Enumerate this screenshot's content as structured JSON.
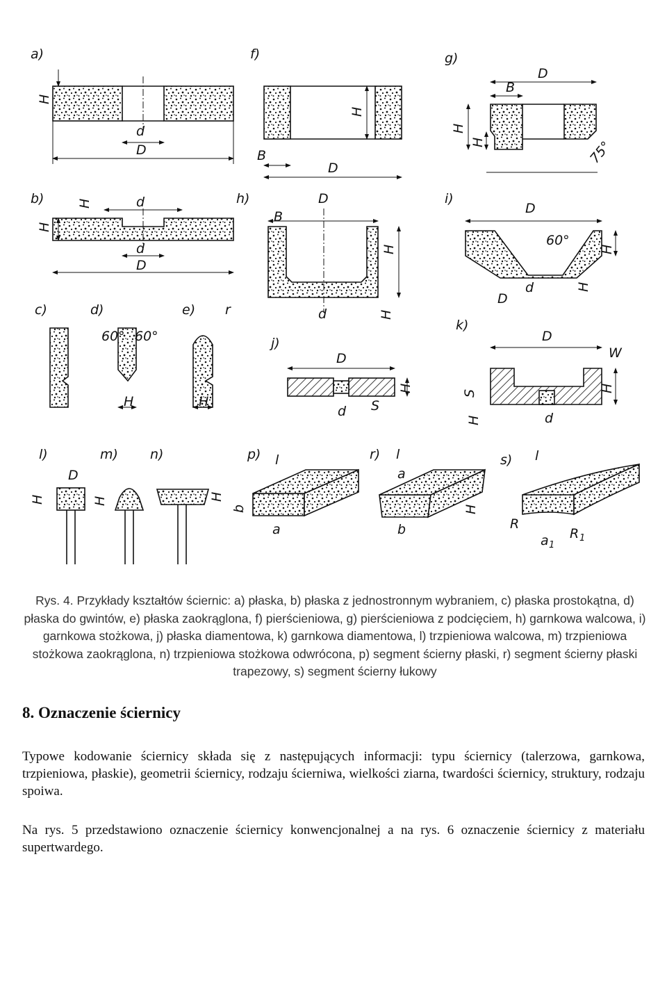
{
  "figure": {
    "panel_labels": [
      "a)",
      "b)",
      "c)",
      "d)",
      "e)",
      "f)",
      "g)",
      "h)",
      "i)",
      "j)",
      "k)",
      "l)",
      "m)",
      "n)",
      "p)",
      "r)",
      "s)"
    ],
    "dims": {
      "H": "H",
      "D": "D",
      "d": "d",
      "B": "B",
      "H1": "H",
      "d1": "d",
      "D1": "D",
      "S": "S",
      "W": "W",
      "l": "l",
      "a": "a",
      "b": "b",
      "r": "r",
      "R": "R",
      "R1": "R",
      "a1": "a",
      "sub1": "1",
      "angle60": "60°",
      "angle75": "75°"
    }
  },
  "caption": "Rys. 4. Przykłady kształtów ściernic: a) płaska, b) płaska z jednostronnym wybraniem, c) płaska prostokątna, d) płaska do gwintów, e) płaska zaokrąglona, f) pierścieniowa, g) pierścieniowa z podcięciem, h) garnkowa walcowa, i) garnkowa stożkowa, j) płaska diamentowa, k) garnkowa diamentowa, l) trzpieniowa walcowa, m) trzpieniowa stożkowa zaokrąglona, n) trzpieniowa stożkowa odwrócona, p) segment ścierny płaski, r) segment ścierny płaski trapezowy, s) segment ścierny łukowy",
  "section": {
    "heading": "8. Oznaczenie ściernicy"
  },
  "paragraphs": [
    "Typowe kodowanie ściernicy składa się z następujących informacji: typu ściernicy (talerzowa, garnkowa, trzpieniowa, płaskie), geometrii ściernicy, rodzaju ścierniwa, wielkości ziarna, twardości ściernicy, struktury, rodzaju spoiwa.",
    "Na rys. 5 przedstawiono oznaczenie ściernicy konwencjonalnej a na rys. 6 oznaczenie ściernicy z materiału supertwardego."
  ]
}
